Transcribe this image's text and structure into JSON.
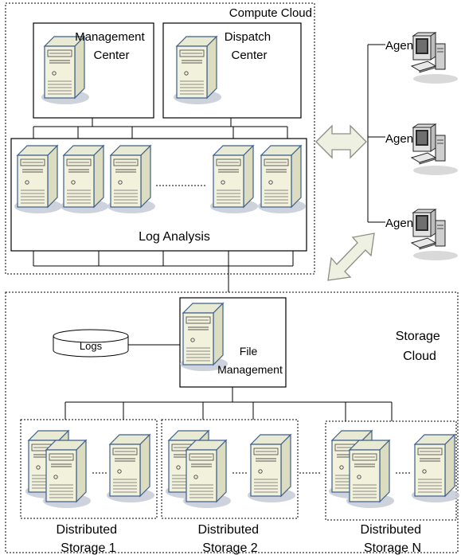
{
  "compute_cloud": {
    "title": "Compute Cloud",
    "management_center": [
      "Management",
      "Center"
    ],
    "dispatch_center": [
      "Dispatch",
      "Center"
    ],
    "log_analysis": "Log Analysis"
  },
  "agents": [
    "Agent",
    "Agent",
    "Agent"
  ],
  "storage_cloud": {
    "title": [
      "Storage",
      "Cloud"
    ],
    "logs": "Logs",
    "file_management": [
      "File",
      "Management"
    ],
    "nodes": [
      [
        "Distributed",
        "Storage 1"
      ],
      [
        "Distributed",
        "Storage 2"
      ],
      [
        "Distributed",
        "Storage N"
      ]
    ]
  },
  "colors": {
    "server_front": "#f1f1dc",
    "server_side": "#dcdcc0",
    "server_edge": "#3d5f8a",
    "shadow": "#c5cad6",
    "arrow_fill": "#eef0e2",
    "arrow_stroke": "#8c8e82"
  },
  "icons": {
    "server": "server-tower-icon",
    "agent": "desktop-computer-icon",
    "database": "database-cylinder-icon",
    "arrow": "double-arrow-icon"
  }
}
